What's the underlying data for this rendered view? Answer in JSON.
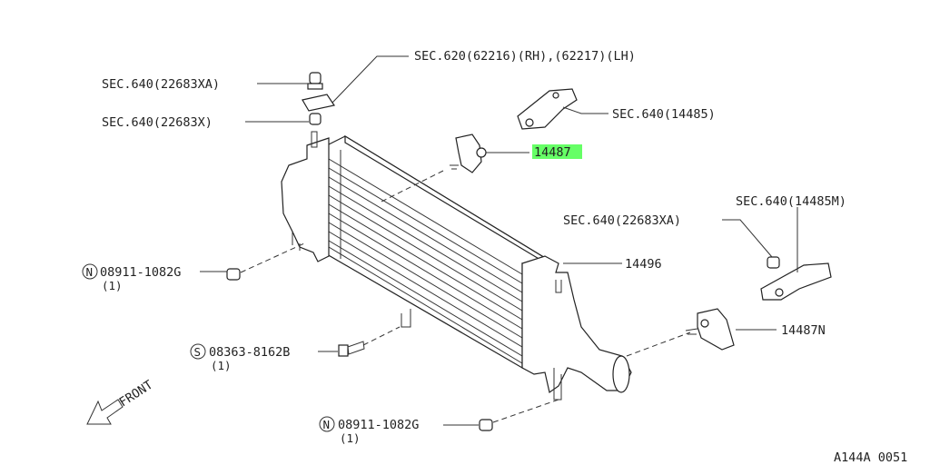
{
  "labels": {
    "sec620": "SEC.620(62216)(RH),(62217)(LH)",
    "sec640_22683xa_top": "SEC.640(22683XA)",
    "sec640_22683x": "SEC.640(22683X)",
    "sec640_14485": "SEC.640(14485)",
    "p14487": "14487",
    "sec640_14485m": "SEC.640(14485M)",
    "sec640_22683xa_right": "SEC.640(22683XA)",
    "p14496": "14496",
    "n08911_top_num": "08911-1082G",
    "n08911_top_qty": "(1)",
    "s08363_num": "08363-8162B",
    "s08363_qty": "(1)",
    "p14487n": "14487N",
    "n08911_bot_num": "08911-1082G",
    "n08911_bot_qty": "(1)",
    "front": "FRONT",
    "diagram_id": "A144A 0051",
    "prefix_n": "N",
    "prefix_s": "S"
  },
  "highlight": {
    "part": "14487",
    "color": "#66ff66"
  },
  "colors": {
    "ink": "#222222",
    "background": "#ffffff"
  }
}
